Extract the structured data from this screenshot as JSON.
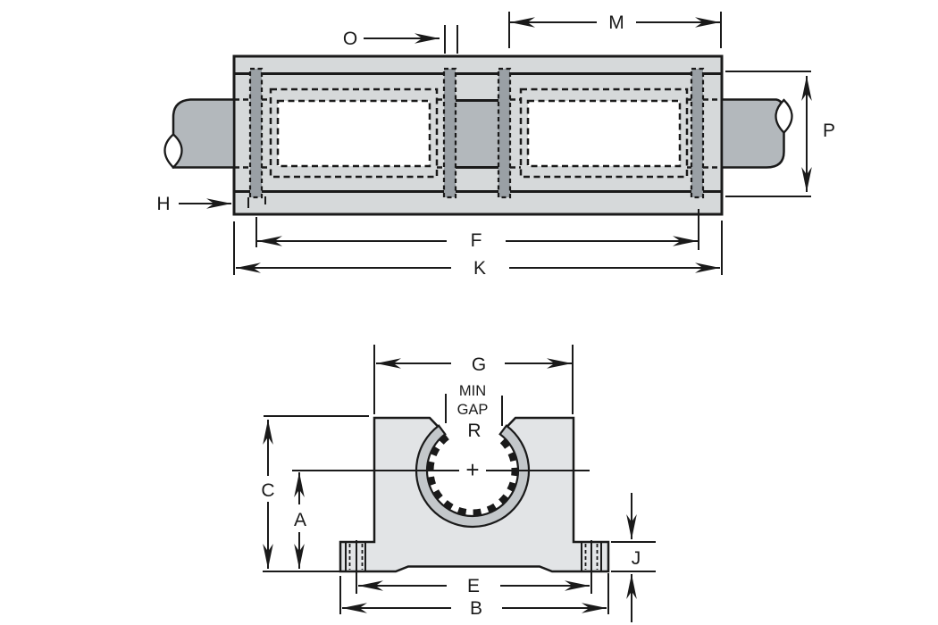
{
  "side_view": {
    "labels": {
      "o": "O",
      "m": "M",
      "p": "P",
      "h": "H",
      "f": "F",
      "k": "K"
    }
  },
  "end_view": {
    "labels": {
      "g": "G",
      "min": "MIN",
      "gap": "GAP",
      "r": "R",
      "c": "C",
      "a": "A",
      "e": "E",
      "b": "B",
      "j": "J",
      "center_mark": "+"
    }
  },
  "colors": {
    "background": "#ffffff",
    "housing_fill": "#d6d9da",
    "shaft_fill": "#b3b8bc",
    "retaining_ring_fill": "#9aa0a5",
    "block_fill": "#e2e4e6",
    "bearing_ring_fill": "#c3c7ca",
    "line_color": "#1a1a1a"
  }
}
